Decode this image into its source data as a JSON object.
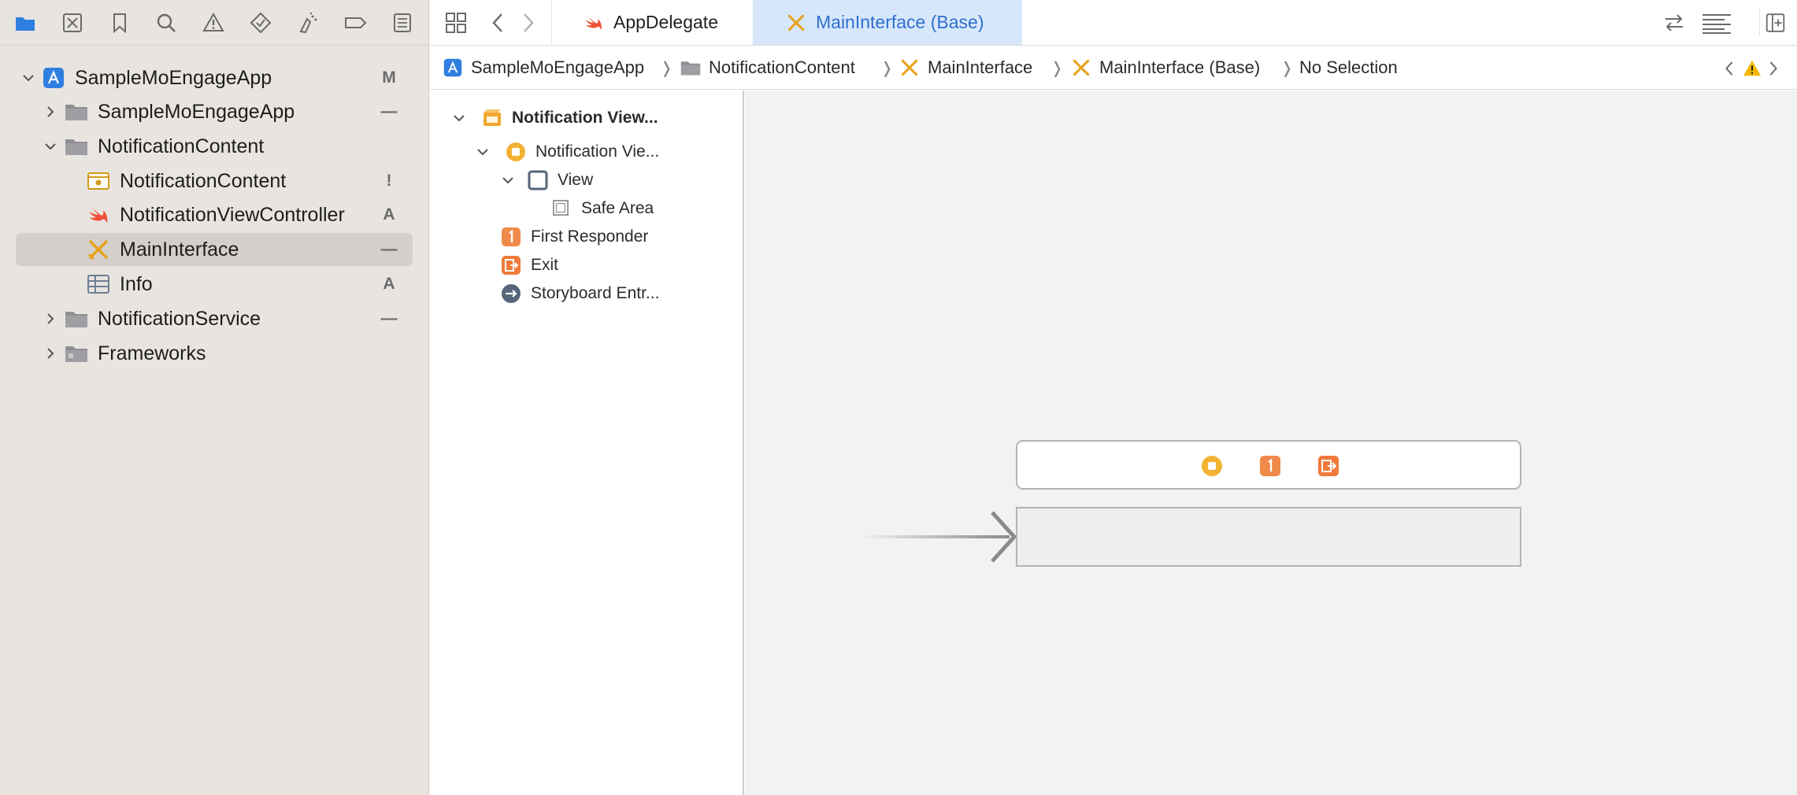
{
  "navigator": {
    "toolbar_icons": [
      "folder-icon",
      "source-control-icon",
      "bookmark-icon",
      "search-icon",
      "warning-icon",
      "test-icon",
      "debug-icon",
      "breakpoint-icon",
      "report-icon"
    ],
    "tree": [
      {
        "label": "SampleMoEngageApp",
        "badge": "M",
        "icon": "app-project-icon",
        "expanded": true
      },
      {
        "label": "SampleMoEngageApp",
        "badge": "—",
        "icon": "folder-icon",
        "expanded": false
      },
      {
        "label": "NotificationContent",
        "badge": "",
        "icon": "folder-icon",
        "expanded": true
      },
      {
        "label": "NotificationContent",
        "badge": "!",
        "icon": "entitlements-icon"
      },
      {
        "label": "NotificationViewController",
        "badge": "A",
        "icon": "swift-icon"
      },
      {
        "label": "MainInterface",
        "badge": "—",
        "icon": "storyboard-icon",
        "selected": true
      },
      {
        "label": "Info",
        "badge": "A",
        "icon": "plist-icon"
      },
      {
        "label": "NotificationService",
        "badge": "—",
        "icon": "folder-icon",
        "expanded": false
      },
      {
        "label": "Frameworks",
        "badge": "",
        "icon": "folder-icon",
        "expanded": false
      }
    ]
  },
  "editor": {
    "tabs": [
      {
        "label": "AppDelegate",
        "icon": "swift-icon",
        "active": false
      },
      {
        "label": "MainInterface (Base)",
        "icon": "storyboard-icon",
        "active": true
      }
    ],
    "breadcrumb": [
      {
        "label": "SampleMoEngageApp",
        "icon": "app-project-icon"
      },
      {
        "label": "NotificationContent",
        "icon": "folder-icon"
      },
      {
        "label": "MainInterface",
        "icon": "storyboard-icon"
      },
      {
        "label": "MainInterface (Base)",
        "icon": "storyboard-icon"
      },
      {
        "label": "No Selection",
        "icon": ""
      }
    ]
  },
  "outline": {
    "items": [
      {
        "label": "Notification View...",
        "icon": "scene-icon"
      },
      {
        "label": "Notification Vie...",
        "icon": "view-controller-icon"
      },
      {
        "label": "View",
        "icon": "view-icon"
      },
      {
        "label": "Safe Area",
        "icon": "safe-area-icon"
      },
      {
        "label": "First Responder",
        "icon": "first-responder-icon"
      },
      {
        "label": "Exit",
        "icon": "exit-icon"
      },
      {
        "label": "Storyboard Entr...",
        "icon": "storyboard-entry-icon"
      }
    ]
  },
  "colors": {
    "accent_blue": "#2f6fcf",
    "storyboard_yellow": "#e8a21b",
    "swift_orange": "#f05138",
    "responder_orange": "#ef8a4a"
  }
}
